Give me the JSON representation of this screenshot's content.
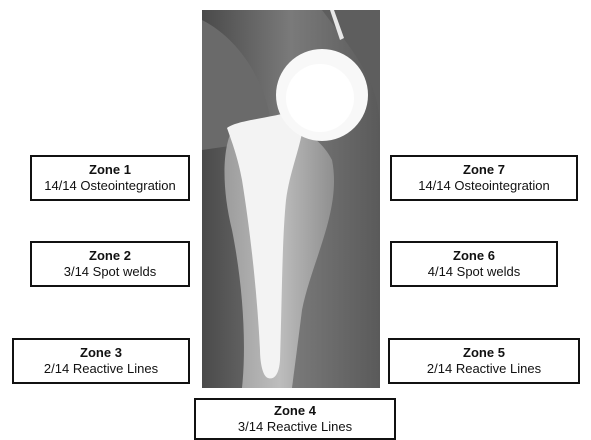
{
  "zones": {
    "z1": {
      "title": "Zone 1",
      "value": "14/14 Osteointegration"
    },
    "z2": {
      "title": "Zone 2",
      "value": "3/14 Spot welds"
    },
    "z3": {
      "title": "Zone 3",
      "value": "2/14 Reactive Lines"
    },
    "z4": {
      "title": "Zone 4",
      "value": "3/14 Reactive Lines"
    },
    "z5": {
      "title": "Zone 5",
      "value": "2/14 Reactive Lines"
    },
    "z6": {
      "title": "Zone 6",
      "value": "4/14 Spot welds"
    },
    "z7": {
      "title": "Zone 7",
      "value": "14/14 Osteointegration"
    }
  }
}
